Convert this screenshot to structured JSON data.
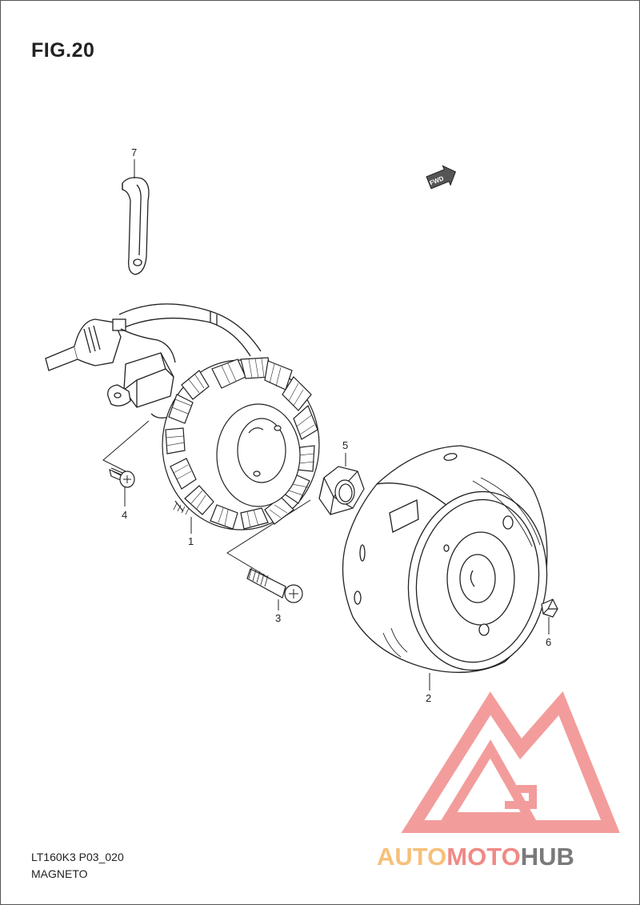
{
  "figure": {
    "title": "FIG.20",
    "code": "LT160K3 P03_020",
    "name": "MAGNETO"
  },
  "direction_marker": {
    "label": "FWD",
    "icon": "fwd-arrow-icon"
  },
  "callouts": [
    {
      "number": "1",
      "part": "stator"
    },
    {
      "number": "2",
      "part": "rotor"
    },
    {
      "number": "3",
      "part": "stator-bolt"
    },
    {
      "number": "4",
      "part": "pickup-screw"
    },
    {
      "number": "5",
      "part": "rotor-nut"
    },
    {
      "number": "6",
      "part": "key"
    },
    {
      "number": "7",
      "part": "wire-clamp"
    }
  ],
  "watermark": {
    "part1": "AUTO",
    "part2": "MOTO",
    "part3": "HUB",
    "colors": {
      "auto": "#f6c07a",
      "moto": "#f08a86",
      "hub": "#7a7a7a",
      "logo": "#f28b8b"
    }
  }
}
